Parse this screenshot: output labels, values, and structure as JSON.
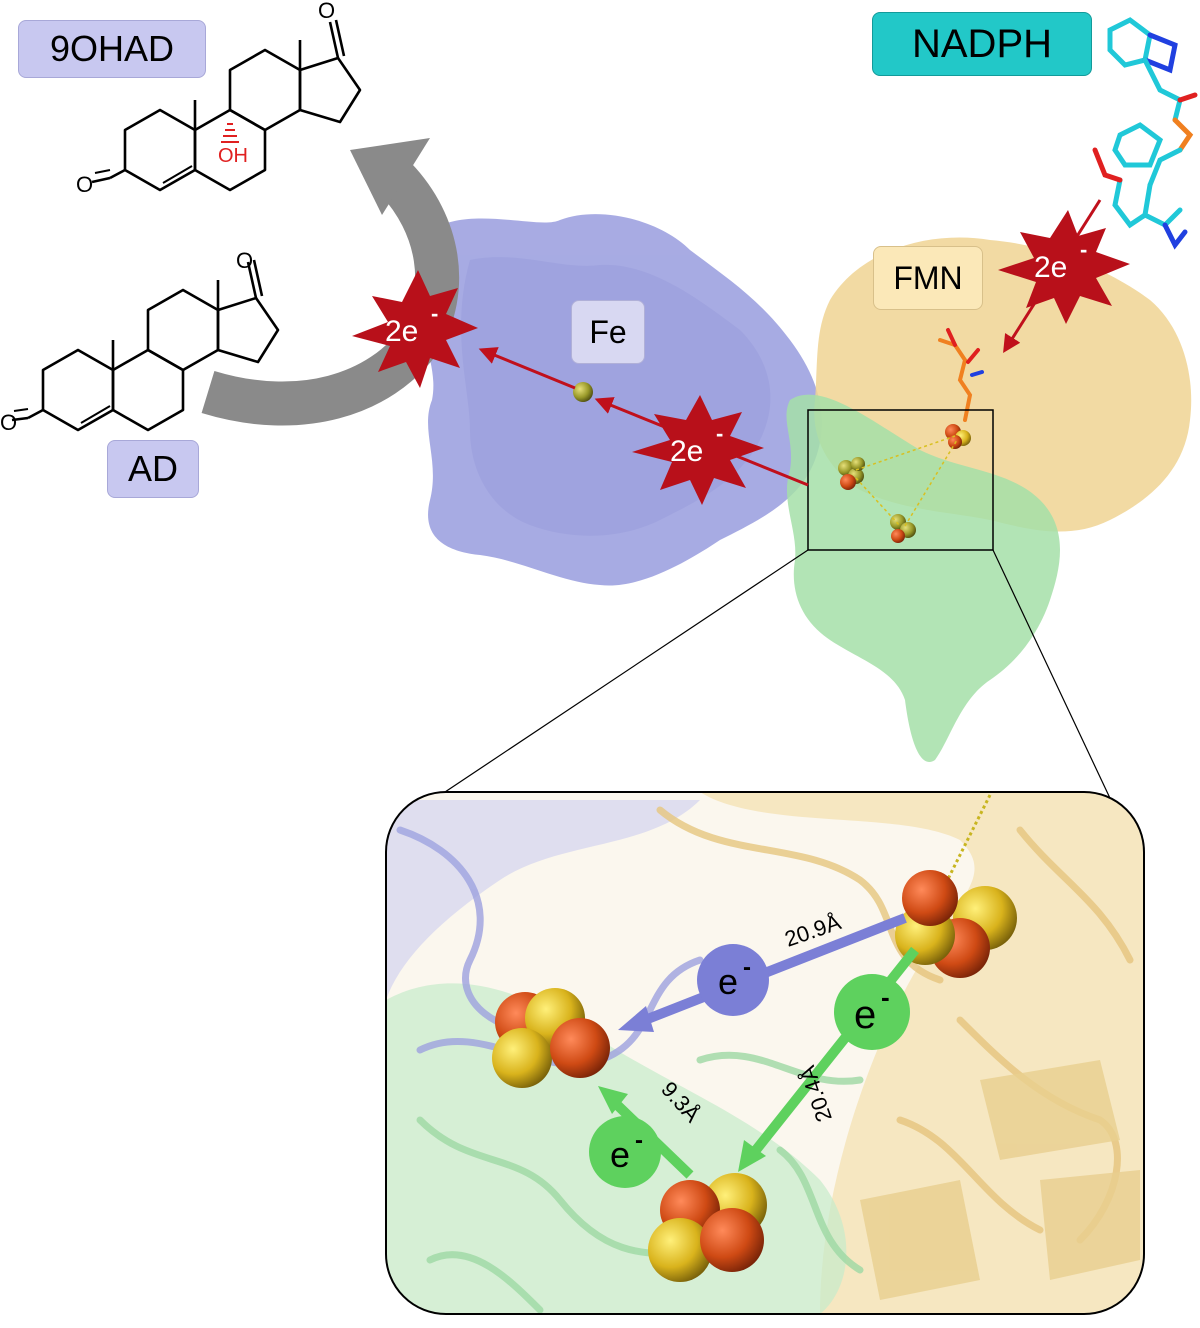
{
  "labels": {
    "product": "9OHAD",
    "substrate": "AD",
    "cofactor": "NADPH",
    "flavin": "FMN",
    "iron": "Fe",
    "oh": "OH",
    "oxo": "O"
  },
  "transfers": {
    "two_electron": "2e",
    "electron": "e",
    "superscript": "-"
  },
  "distances": {
    "d1": "20.9Å",
    "d2": "20.4Å",
    "d3": "9.3Å"
  },
  "colors": {
    "product_box": "#c8c8f0",
    "cofactor_box": "#22c8c8",
    "flavin_box": "#fbe8b8",
    "iron_box": "#d8d8f2",
    "blue_protein": "#9ea2e0",
    "yellow_protein": "#f0d393",
    "green_protein": "#a4dfa8",
    "burst": "#b8101a",
    "arrow_grey": "#8a8a8a",
    "electron_blue": "#7b7fd6",
    "electron_green": "#5ed15e"
  }
}
